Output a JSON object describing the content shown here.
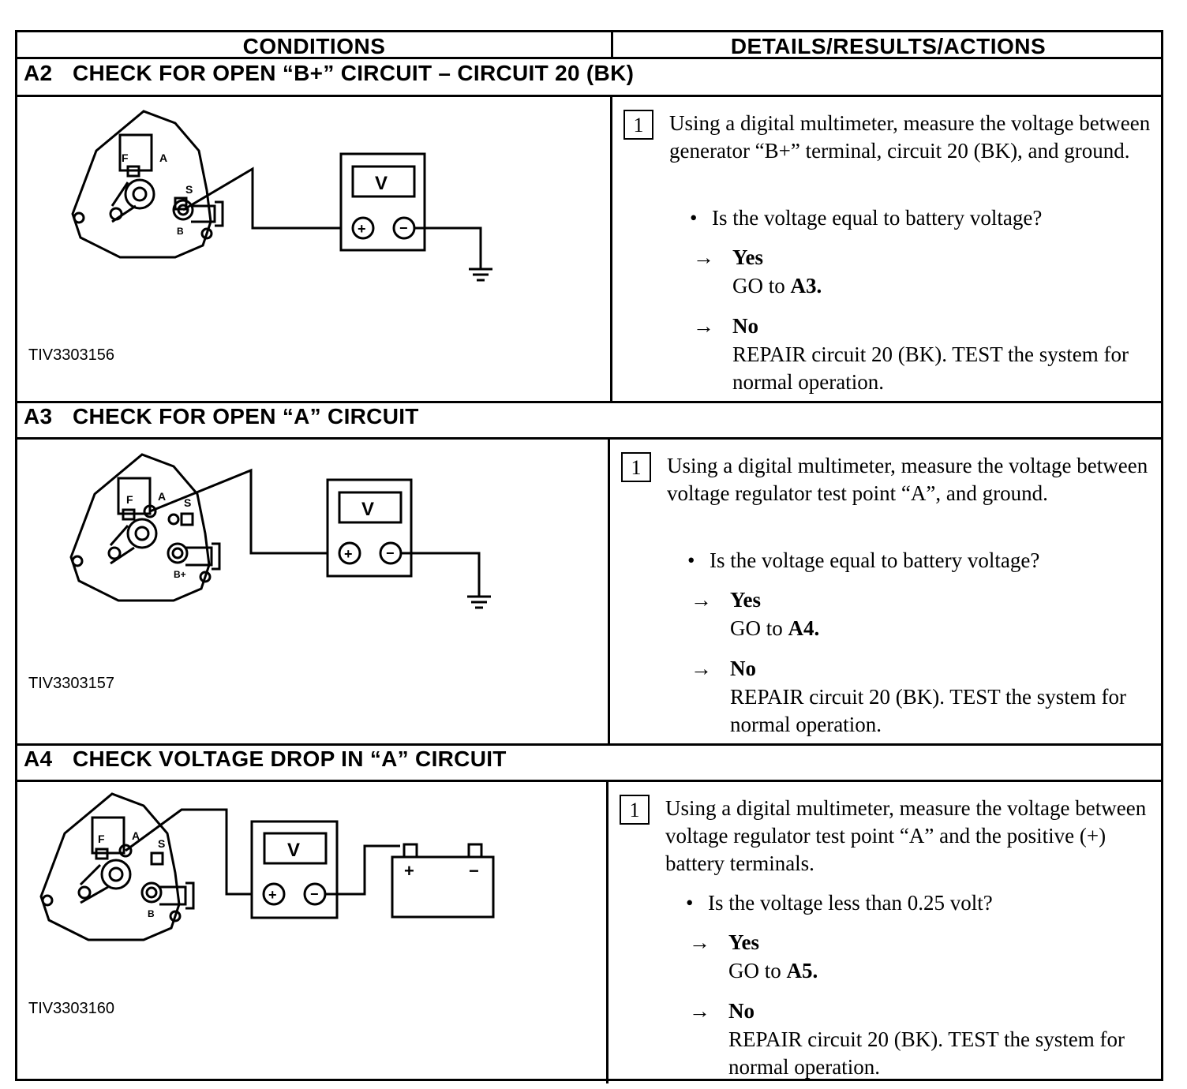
{
  "columns": {
    "conditions": "CONDITIONS",
    "details": "DETAILS/RESULTS/ACTIONS"
  },
  "sections": [
    {
      "num": "A2",
      "title": "CHECK FOR OPEN “B+” CIRCUIT – CIRCUIT 20 (BK)",
      "figure_id": "TIV3303156",
      "meter_label": "V",
      "step": "1",
      "instruction": "Using a digital multimeter, measure the voltage between generator “B+” terminal, circuit 20 (BK), and ground.",
      "question": "Is the voltage equal to battery voltage?",
      "yes_label": "Yes",
      "yes_action": "GO to",
      "yes_ref": "A3.",
      "no_label": "No",
      "no_action": "REPAIR circuit 20 (BK). TEST the system for normal operation."
    },
    {
      "num": "A3",
      "title": "CHECK FOR OPEN “A” CIRCUIT",
      "figure_id": "TIV3303157",
      "meter_label": "V",
      "step": "1",
      "instruction": "Using a digital multimeter, measure the voltage between voltage regulator test point “A”, and ground.",
      "question": "Is the voltage equal to battery voltage?",
      "yes_label": "Yes",
      "yes_action": "GO to",
      "yes_ref": "A4.",
      "no_label": "No",
      "no_action": "REPAIR circuit 20 (BK). TEST the system for normal operation."
    },
    {
      "num": "A4",
      "title": "CHECK VOLTAGE DROP IN “A” CIRCUIT",
      "figure_id": "TIV3303160",
      "meter_label": "V",
      "step": "1",
      "instruction": "Using a digital multimeter, measure the voltage between voltage regulator test point “A” and the positive (+) battery terminals.",
      "question": "Is the voltage less than 0.25 volt?",
      "yes_label": "Yes",
      "yes_action": "GO to",
      "yes_ref": "A5.",
      "no_label": "No",
      "no_action": "REPAIR circuit 20 (BK). TEST the system for normal operation."
    }
  ],
  "diagram_labels": {
    "field_terminal": "F",
    "a_terminal": "A",
    "s_terminal": "S",
    "b_terminal": "B",
    "bplus_terminal": "B+",
    "plus": "+",
    "minus": "−"
  }
}
